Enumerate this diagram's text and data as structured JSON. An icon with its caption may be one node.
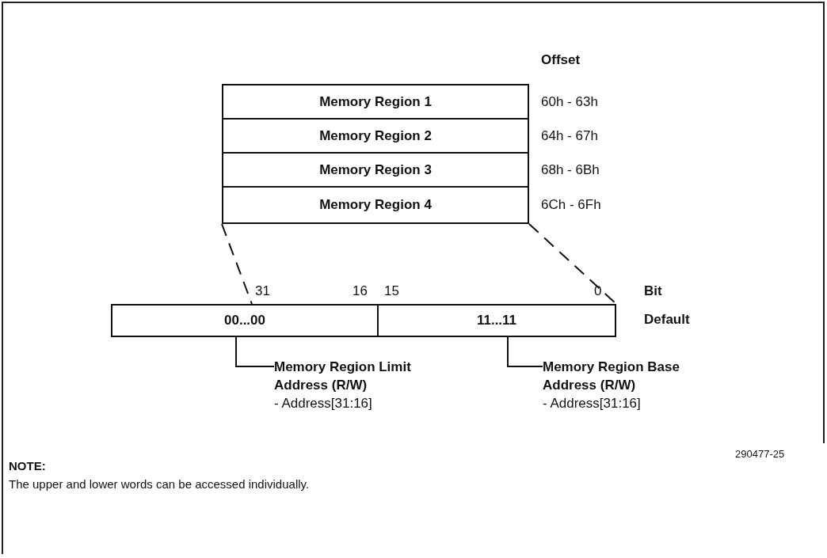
{
  "diagram": {
    "nodes": [
      {
        "text": [
          "Memory Region 1"
        ],
        "beside": [
          "60h - 63h"
        ]
      },
      {
        "text": [
          "Memory Region 2"
        ],
        "beside": [
          "64h - 67h"
        ]
      },
      {
        "text": [
          "Memory Region 3"
        ],
        "beside": [
          "68h - 6Bh"
        ]
      },
      {
        "text": [
          "Memory Region 4"
        ],
        "beside": [
          "6Ch - 6Fh"
        ]
      },
      {
        "text": [
          "00...00"
        ]
      },
      {
        "text": [
          "11...11"
        ]
      },
      {
        "text": [
          "Memory Region Limit Address (R/W)",
          "- Address[31:16]"
        ]
      },
      {
        "text": [
          "Memory Region Base Address (R/W)",
          "- Address[31:16]"
        ]
      }
    ],
    "edges": [
      {
        "from": 3,
        "to": 4,
        "arrow": "none",
        "style": "dashed"
      },
      {
        "from": 3,
        "to": 5,
        "arrow": "none",
        "style": "dashed"
      },
      {
        "from": 6,
        "to": 4,
        "arrow": "none"
      },
      {
        "from": 7,
        "to": 5,
        "arrow": "none"
      }
    ],
    "labels": [
      "Offset",
      "31",
      "16",
      "15",
      "0",
      "Bit",
      "Default",
      "290477-25",
      "NOTE:",
      "The upper and lower words can be accessed individually."
    ]
  }
}
